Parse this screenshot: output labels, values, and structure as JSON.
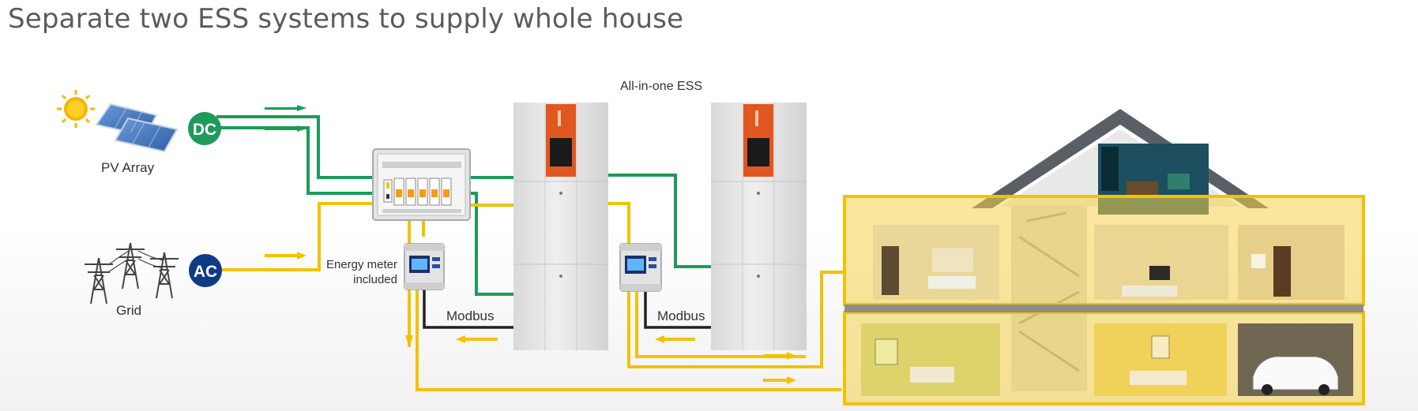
{
  "title": "Separate two ESS systems to supply whole house",
  "labels": {
    "all_in_one_ess": "All-in-one ESS",
    "pv_array": "PV Array",
    "grid": "Grid",
    "dc": "DC",
    "ac": "AC",
    "energy_meter_line1": "Energy meter",
    "energy_meter_line2": "included",
    "modbus_left": "Modbus",
    "modbus_right": "Modbus"
  },
  "colors": {
    "dc_line": "#1e9a5a",
    "ac_line": "#f2c200",
    "modbus_line": "#222222",
    "dc_badge": "#1e9a5a",
    "ac_badge": "#0f3a86",
    "ess_accent": "#e0571f",
    "house_highlight": "#f6d24a"
  }
}
